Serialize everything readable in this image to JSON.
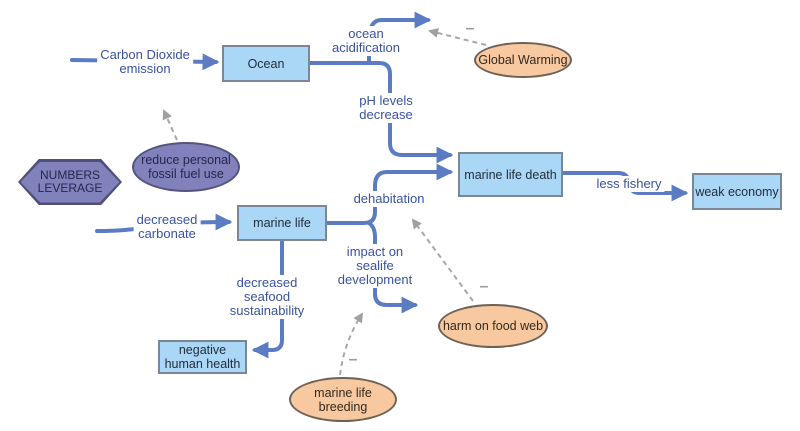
{
  "nodes": {
    "ocean": "Ocean",
    "marine_life": "marine life",
    "marine_life_death": "marine life death",
    "weak_economy": "weak economy",
    "negative_human_health": "negative\nhuman health"
  },
  "external_factors": {
    "global_warming": "Global Warming",
    "harm_on_food_web": "harm on food web",
    "marine_life_breeding": "marine life\nbreeding"
  },
  "leverage": {
    "numbers_leverage": "NUMBERS\nLEVERAGE",
    "reduce_fossil_fuel": "reduce personal\nfossil fuel use"
  },
  "edge_labels": {
    "carbon_dioxide_emission": "Carbon Dioxide\nemission",
    "ocean_acidification": "ocean\nacidification",
    "ph_levels_decrease": "pH levels\ndecrease",
    "dehabitation": "dehabitation",
    "less_fishery": "less fishery",
    "decreased_carbonate": "decreased\ncarbonate",
    "impact_on_sealife_development": "impact on\nsealife\ndevelopment",
    "decreased_seafood_sustainability": "decreased\nseafood\nsustainability"
  },
  "polarity": {
    "minus": "–"
  },
  "colors": {
    "node_fill": "#aad7f5",
    "node_border": "#7b8794",
    "edge_blue": "#5b7cc2",
    "label_blue": "#3a52a0",
    "peach_fill": "#f8c9a0",
    "peach_border": "#6e6257",
    "purple_fill": "#8181bc",
    "purple_border": "#54547e",
    "dashed_gray": "#a8a8a8",
    "background": "#ffffff"
  }
}
